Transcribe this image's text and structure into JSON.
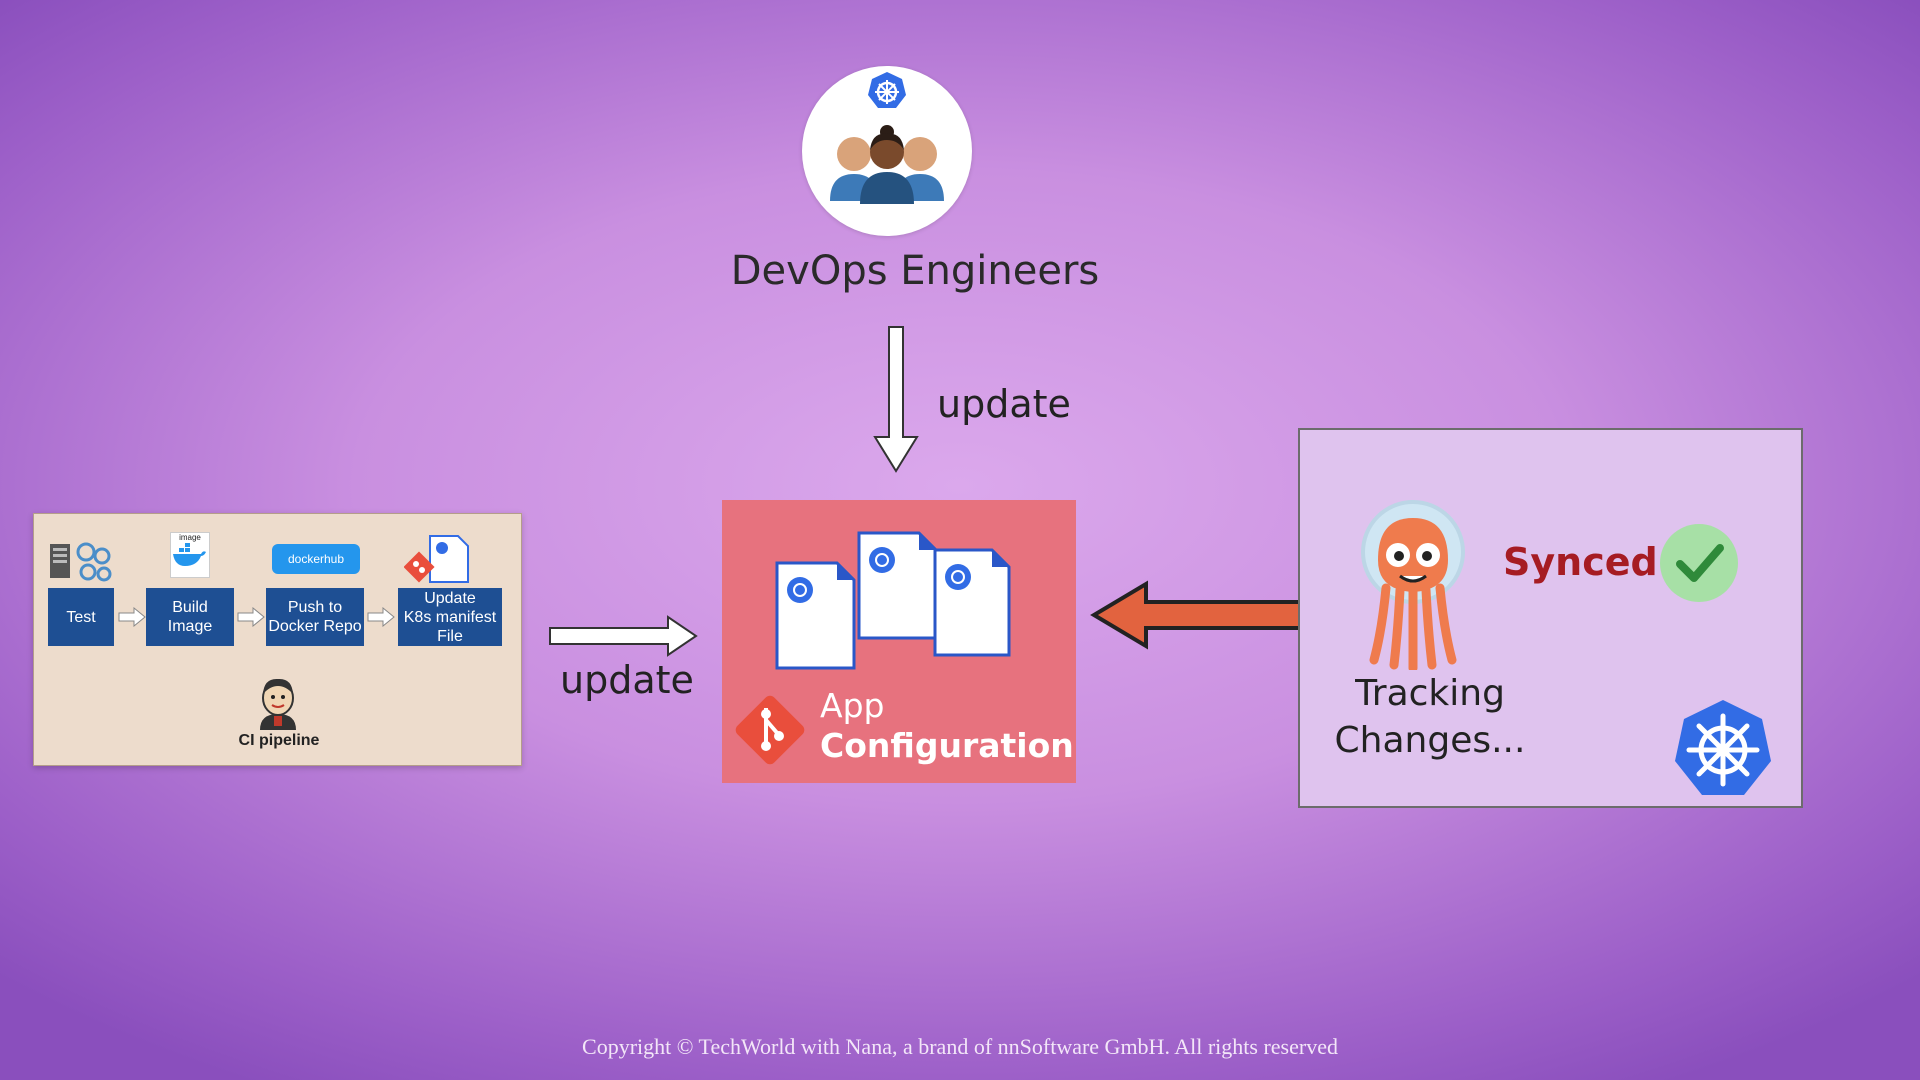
{
  "devops": {
    "title": "DevOps Engineers",
    "icon": "team-with-kubernetes-icon"
  },
  "arrows": {
    "top_label": "update",
    "left_label": "update"
  },
  "ci_pipeline": {
    "steps": [
      {
        "label_line1": "Test",
        "label_line2": "",
        "label_line3": "",
        "icon": "test-server-gears-icon",
        "image_caption": ""
      },
      {
        "label_line1": "Build",
        "label_line2": "Image",
        "label_line3": "",
        "icon": "docker-image-icon",
        "image_caption": "image"
      },
      {
        "label_line1": "Push to",
        "label_line2": "Docker Repo",
        "label_line3": "",
        "icon": "dockerhub-logo-icon",
        "image_caption": "dockerhub"
      },
      {
        "label_line1": "Update",
        "label_line2": "K8s manifest",
        "label_line3": "File",
        "icon": "git-manifest-file-icon",
        "image_caption": ""
      }
    ],
    "label": "CI pipeline",
    "icon": "jenkins-icon"
  },
  "app_config": {
    "line1": "App",
    "line2": "Configuration",
    "icon": "git-icon",
    "files_icon": "kubernetes-manifest-files-icon"
  },
  "argocd": {
    "status": "Synced",
    "tracking_line1": "Tracking",
    "tracking_line2": "Changes...",
    "mascot_icon": "argocd-octopus-icon",
    "check_icon": "check-circle-icon",
    "k8s_icon": "kubernetes-logo-icon"
  },
  "colors": {
    "k8s_blue": "#326ce5",
    "git_red": "#e94e3c",
    "arrow_orange": "#e2633f",
    "synced_red": "#a61c23",
    "check_green": "#a7e0a6"
  },
  "footer": {
    "copyright": "Copyright © TechWorld with Nana, a brand of nnSoftware GmbH. All rights reserved"
  }
}
